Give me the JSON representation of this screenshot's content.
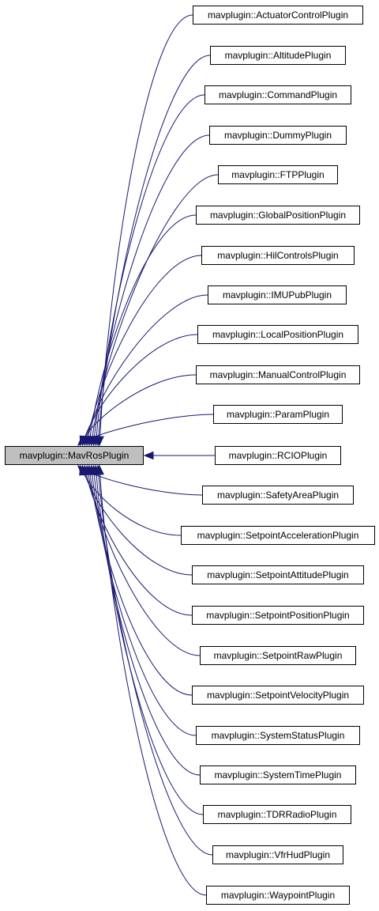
{
  "colors": {
    "edge": "#191970",
    "base_fill": "#bfbfbf",
    "node_fill": "#ffffff",
    "border": "#000000"
  },
  "base": {
    "label": "mavplugin::MavRosPlugin"
  },
  "derived": [
    {
      "label": "mavplugin::ActuatorControlPlugin"
    },
    {
      "label": "mavplugin::AltitudePlugin"
    },
    {
      "label": "mavplugin::CommandPlugin"
    },
    {
      "label": "mavplugin::DummyPlugin"
    },
    {
      "label": "mavplugin::FTPPlugin"
    },
    {
      "label": "mavplugin::GlobalPositionPlugin"
    },
    {
      "label": "mavplugin::HilControlsPlugin"
    },
    {
      "label": "mavplugin::IMUPubPlugin"
    },
    {
      "label": "mavplugin::LocalPositionPlugin"
    },
    {
      "label": "mavplugin::ManualControlPlugin"
    },
    {
      "label": "mavplugin::ParamPlugin"
    },
    {
      "label": "mavplugin::RCIOPlugin"
    },
    {
      "label": "mavplugin::SafetyAreaPlugin"
    },
    {
      "label": "mavplugin::SetpointAccelerationPlugin"
    },
    {
      "label": "mavplugin::SetpointAttitudePlugin"
    },
    {
      "label": "mavplugin::SetpointPositionPlugin"
    },
    {
      "label": "mavplugin::SetpointRawPlugin"
    },
    {
      "label": "mavplugin::SetpointVelocityPlugin"
    },
    {
      "label": "mavplugin::SystemStatusPlugin"
    },
    {
      "label": "mavplugin::SystemTimePlugin"
    },
    {
      "label": "mavplugin::TDRRadioPlugin"
    },
    {
      "label": "mavplugin::VfrHudPlugin"
    },
    {
      "label": "mavplugin::WaypointPlugin"
    }
  ]
}
